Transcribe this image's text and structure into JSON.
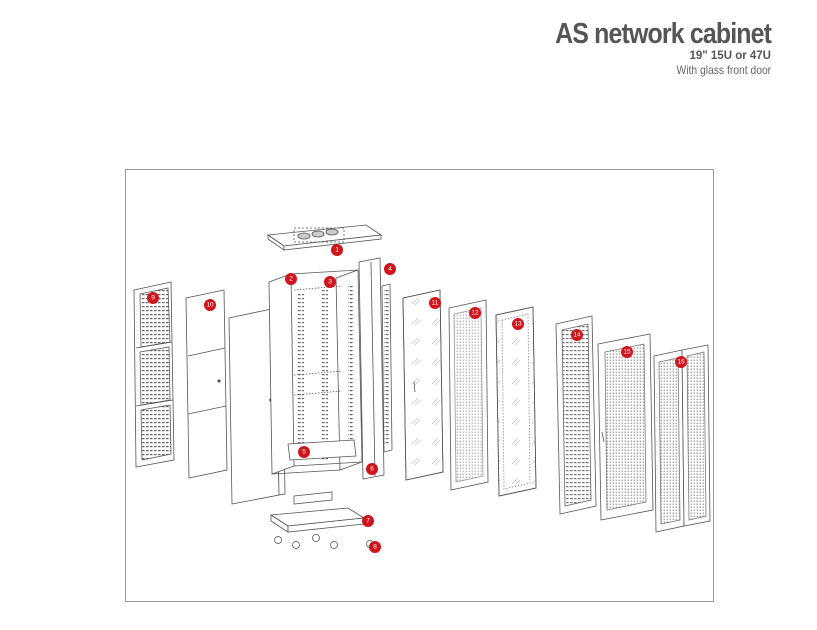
{
  "header": {
    "title": "AS network cabinet",
    "subtitle": "19\" 15U or 47U",
    "caption": "With glass front door"
  },
  "parts": [
    {
      "id": "1",
      "label": "1"
    },
    {
      "id": "2",
      "label": "2"
    },
    {
      "id": "3",
      "label": "3"
    },
    {
      "id": "4",
      "label": "4"
    },
    {
      "id": "5",
      "label": "5"
    },
    {
      "id": "6",
      "label": "6"
    },
    {
      "id": "7",
      "label": "7"
    },
    {
      "id": "8",
      "label": "8"
    },
    {
      "id": "9",
      "label": "9"
    },
    {
      "id": "10",
      "label": "10"
    },
    {
      "id": "11",
      "label": "11"
    },
    {
      "id": "12",
      "label": "12"
    },
    {
      "id": "13",
      "label": "13"
    },
    {
      "id": "14",
      "label": "14"
    },
    {
      "id": "15",
      "label": "15"
    },
    {
      "id": "16",
      "label": "16"
    }
  ],
  "colors": {
    "badge": "#d0141c",
    "line": "#555555",
    "title": "#555555"
  }
}
